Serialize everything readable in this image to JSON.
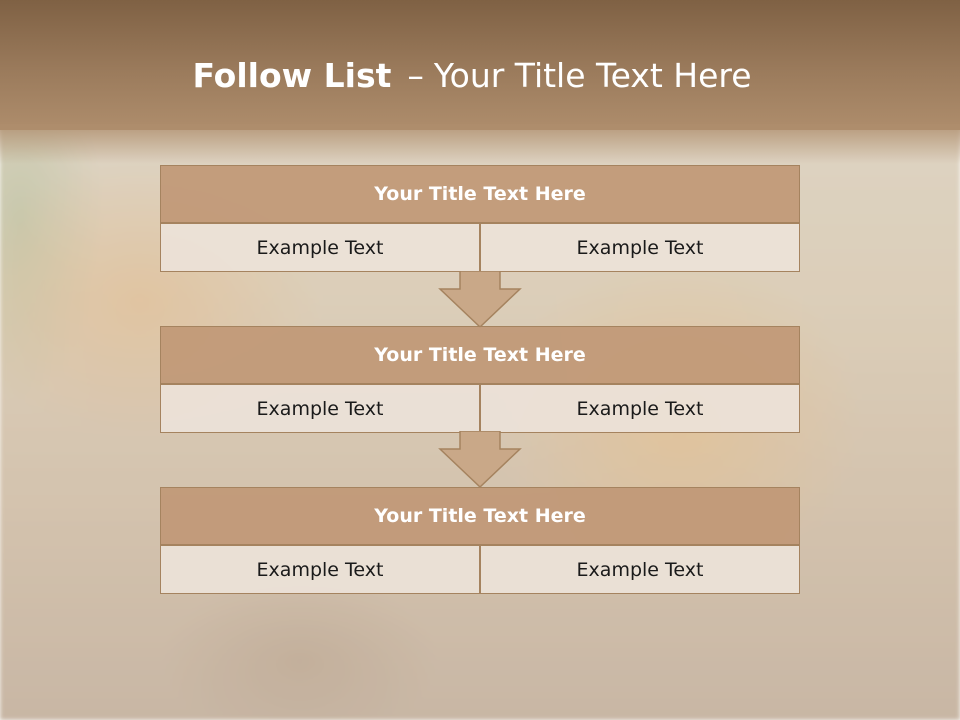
{
  "slide": {
    "title_bold": "Follow List",
    "title_dash": "–",
    "title_rest": "Your Title Text Here"
  },
  "colors": {
    "header_band": "#9b7b5c",
    "box_title": "#c09876",
    "box_cell": "#ece2d8",
    "border": "#a5835f",
    "arrow": "#c9a888"
  },
  "steps": [
    {
      "title": "Your Title Text Here",
      "left": "Example Text",
      "right": "Example Text"
    },
    {
      "title": "Your Title Text Here",
      "left": "Example Text",
      "right": "Example Text"
    },
    {
      "title": "Your Title Text Here",
      "left": "Example Text",
      "right": "Example Text"
    }
  ],
  "connectors": [
    "down-arrow",
    "down-arrow"
  ]
}
